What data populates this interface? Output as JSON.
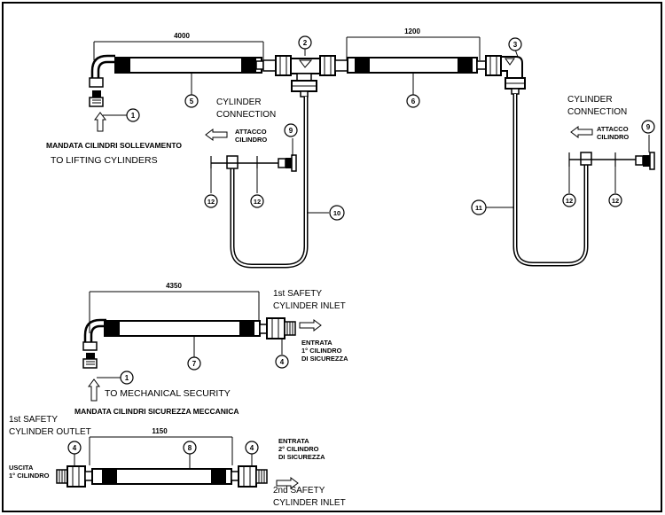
{
  "dimensions": {
    "top_left": "4000",
    "top_right": "1200",
    "middle": "4350",
    "bottom": "1150"
  },
  "callouts": {
    "c1": "1",
    "c2": "2",
    "c3": "3",
    "c4": "4",
    "c5": "5",
    "c6": "6",
    "c7": "7",
    "c8": "8",
    "c9": "9",
    "c10": "10",
    "c11": "11",
    "c12": "12"
  },
  "labels": {
    "lifting_it": "MANDATA CILINDRI SOLLEVAMENTO",
    "lifting_en": "TO LIFTING CYLINDERS",
    "cyl_conn_1": "CYLINDER",
    "cyl_conn_2": "CONNECTION",
    "attacco_1": "ATTACCO",
    "attacco_2": "CILINDRO",
    "safety_inlet1_1": "1st SAFETY",
    "safety_inlet1_2": "CYLINDER INLET",
    "entrata1_1": "ENTRATA",
    "entrata1_2": "1° CILINDRO",
    "entrata1_3": "DI SICUREZZA",
    "mech_en": "TO MECHANICAL SECURITY",
    "mech_it": "MANDATA CILINDRI SICUREZZA MECCANICA",
    "outlet_1": "1st SAFETY",
    "outlet_2": "CYLINDER OUTLET",
    "uscita_1": "USCITA",
    "uscita_2": "1° CILINDRO",
    "entrata2_1": "ENTRATA",
    "entrata2_2": "2° CILINDRO",
    "entrata2_3": "DI SICUREZZA",
    "safety_inlet2_1": "2nd SAFETY",
    "safety_inlet2_2": "CYLINDER INLET"
  }
}
